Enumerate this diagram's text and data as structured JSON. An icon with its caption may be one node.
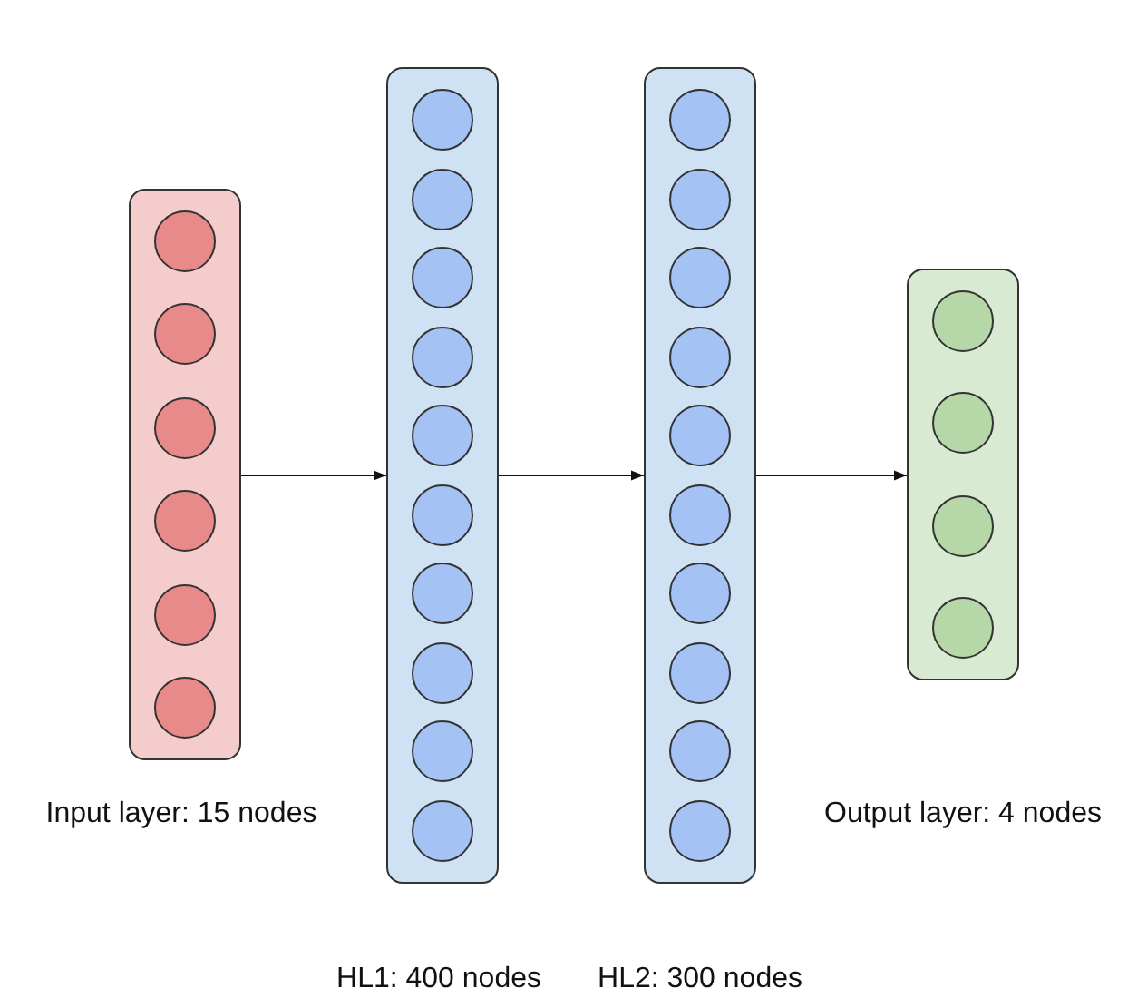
{
  "diagram": {
    "nodes": [
      {
        "text": [],
        "shape": "box",
        "beside": [
          "Input layer: 15 nodes"
        ]
      },
      {
        "text": [],
        "shape": "circle",
        "in": 0
      },
      {
        "text": [],
        "shape": "circle",
        "in": 0
      },
      {
        "text": [],
        "shape": "circle",
        "in": 0
      },
      {
        "text": [],
        "shape": "circle",
        "in": 0
      },
      {
        "text": [],
        "shape": "circle",
        "in": 0
      },
      {
        "text": [],
        "shape": "circle",
        "in": 0
      },
      {
        "text": [],
        "shape": "box",
        "beside": [
          "HL1: 400 nodes"
        ]
      },
      {
        "text": [],
        "shape": "circle",
        "in": 7
      },
      {
        "text": [],
        "shape": "circle",
        "in": 7
      },
      {
        "text": [],
        "shape": "circle",
        "in": 7
      },
      {
        "text": [],
        "shape": "circle",
        "in": 7
      },
      {
        "text": [],
        "shape": "circle",
        "in": 7
      },
      {
        "text": [],
        "shape": "circle",
        "in": 7
      },
      {
        "text": [],
        "shape": "circle",
        "in": 7
      },
      {
        "text": [],
        "shape": "circle",
        "in": 7
      },
      {
        "text": [],
        "shape": "circle",
        "in": 7
      },
      {
        "text": [],
        "shape": "circle",
        "in": 7
      },
      {
        "text": [],
        "shape": "box",
        "beside": [
          "HL2: 300 nodes"
        ]
      },
      {
        "text": [],
        "shape": "circle",
        "in": 18
      },
      {
        "text": [],
        "shape": "circle",
        "in": 18
      },
      {
        "text": [],
        "shape": "circle",
        "in": 18
      },
      {
        "text": [],
        "shape": "circle",
        "in": 18
      },
      {
        "text": [],
        "shape": "circle",
        "in": 18
      },
      {
        "text": [],
        "shape": "circle",
        "in": 18
      },
      {
        "text": [],
        "shape": "circle",
        "in": 18
      },
      {
        "text": [],
        "shape": "circle",
        "in": 18
      },
      {
        "text": [],
        "shape": "circle",
        "in": 18
      },
      {
        "text": [],
        "shape": "circle",
        "in": 18
      },
      {
        "text": [],
        "shape": "box"
      },
      {
        "text": [],
        "shape": "circle",
        "in": 29
      },
      {
        "text": [],
        "shape": "circle",
        "in": 29
      },
      {
        "text": [],
        "shape": "circle",
        "in": 29
      },
      {
        "text": [],
        "shape": "circle",
        "in": 29
      }
    ],
    "edges": [
      {
        "from": 0,
        "to": 7,
        "arrow": "to"
      },
      {
        "from": 7,
        "to": 18,
        "arrow": "to"
      },
      {
        "from": 18,
        "to": 29,
        "arrow": "to"
      }
    ],
    "labels": [
      "Output layer: 4 nodes"
    ]
  }
}
